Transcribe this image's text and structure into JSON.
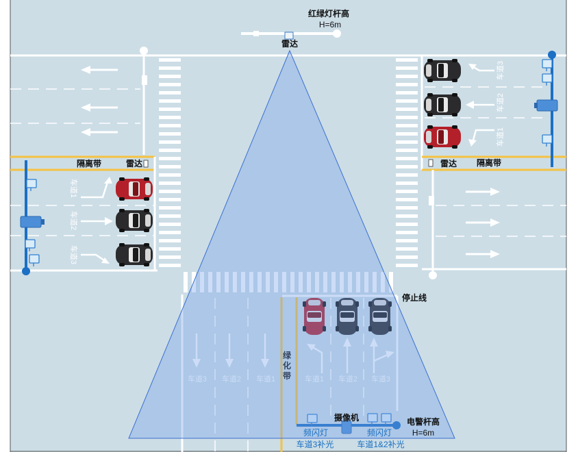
{
  "top_pole": {
    "title": "红绿灯杆高",
    "height": "H=6m",
    "radar": "雷达"
  },
  "left_approach": {
    "median": "隔离带",
    "radar": "雷达",
    "lanes": [
      "车道1",
      "车道2",
      "车道3"
    ]
  },
  "right_approach": {
    "median": "隔离带",
    "radar": "雷达",
    "lanes": [
      "车道3",
      "车道2",
      "车道1"
    ]
  },
  "bottom_approach": {
    "stop_line": "停止线",
    "green_belt": [
      "绿",
      "化",
      "带"
    ],
    "left_lanes": [
      "车道3",
      "车道2",
      "车道1"
    ],
    "right_lanes": [
      "车道1",
      "车道2",
      "车道3"
    ],
    "camera": "摄像机",
    "pole_title": "电警杆高",
    "pole_height": "H=6m",
    "flash_left": "频闪灯",
    "flash_right": "频闪灯",
    "fill_left": "车道3补光",
    "fill_right": "车道1&2补光"
  },
  "colors": {
    "road": "#ccdde6",
    "median": "#f5c242",
    "pole": "#1b6fc4",
    "cone": "#6f9ee8",
    "red_car": "#b4202a",
    "dark_car": "#2b2b2d",
    "label_blue": "#1a6fc2"
  }
}
